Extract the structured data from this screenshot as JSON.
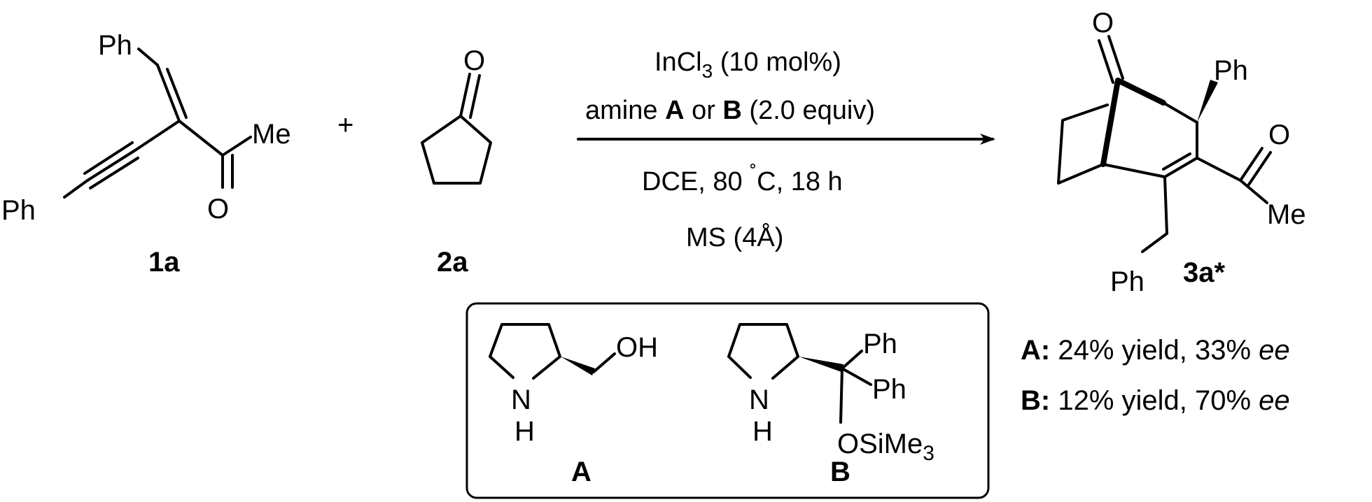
{
  "reactant_1": {
    "label": "1a",
    "atoms": {
      "ph_top": "Ph",
      "ph_left": "Ph",
      "me": "Me",
      "o": "O"
    }
  },
  "plus": "+",
  "reactant_2": {
    "label": "2a",
    "atoms": {
      "o": "O"
    }
  },
  "conditions": {
    "catalyst_prefix": "InCl",
    "catalyst_sub": "3",
    "catalyst_suffix": " (10 mol%)",
    "amine_prefix": "amine ",
    "amine_a": "A",
    "amine_or": " or ",
    "amine_b": "B",
    "amine_suffix": " (2.0 equiv)",
    "solvent_temp_prefix": "DCE, 80 ",
    "degree": "˚",
    "solvent_temp_suffix": "C, 18 h",
    "sieves": "MS (4Å)"
  },
  "product": {
    "label": "3a*",
    "atoms": {
      "o_bridge": "O",
      "ph_top": "Ph",
      "o": "O",
      "me": "Me",
      "ph_bottom": "Ph"
    }
  },
  "amine_box": {
    "amine_a": {
      "label": "A",
      "atoms": {
        "oh": "OH",
        "n": "N",
        "h": "H"
      }
    },
    "amine_b": {
      "label": "B",
      "atoms": {
        "n": "N",
        "h": "H",
        "ph1": "Ph",
        "ph2": "Ph",
        "otms_prefix": "OSiMe",
        "otms_sub": "3"
      }
    }
  },
  "results": {
    "a_label": "A:",
    "a_text": " 24% yield, 33% ",
    "a_ee": "ee",
    "b_label": "B:",
    "b_text": " 12% yield, 70% ",
    "b_ee": "ee"
  }
}
